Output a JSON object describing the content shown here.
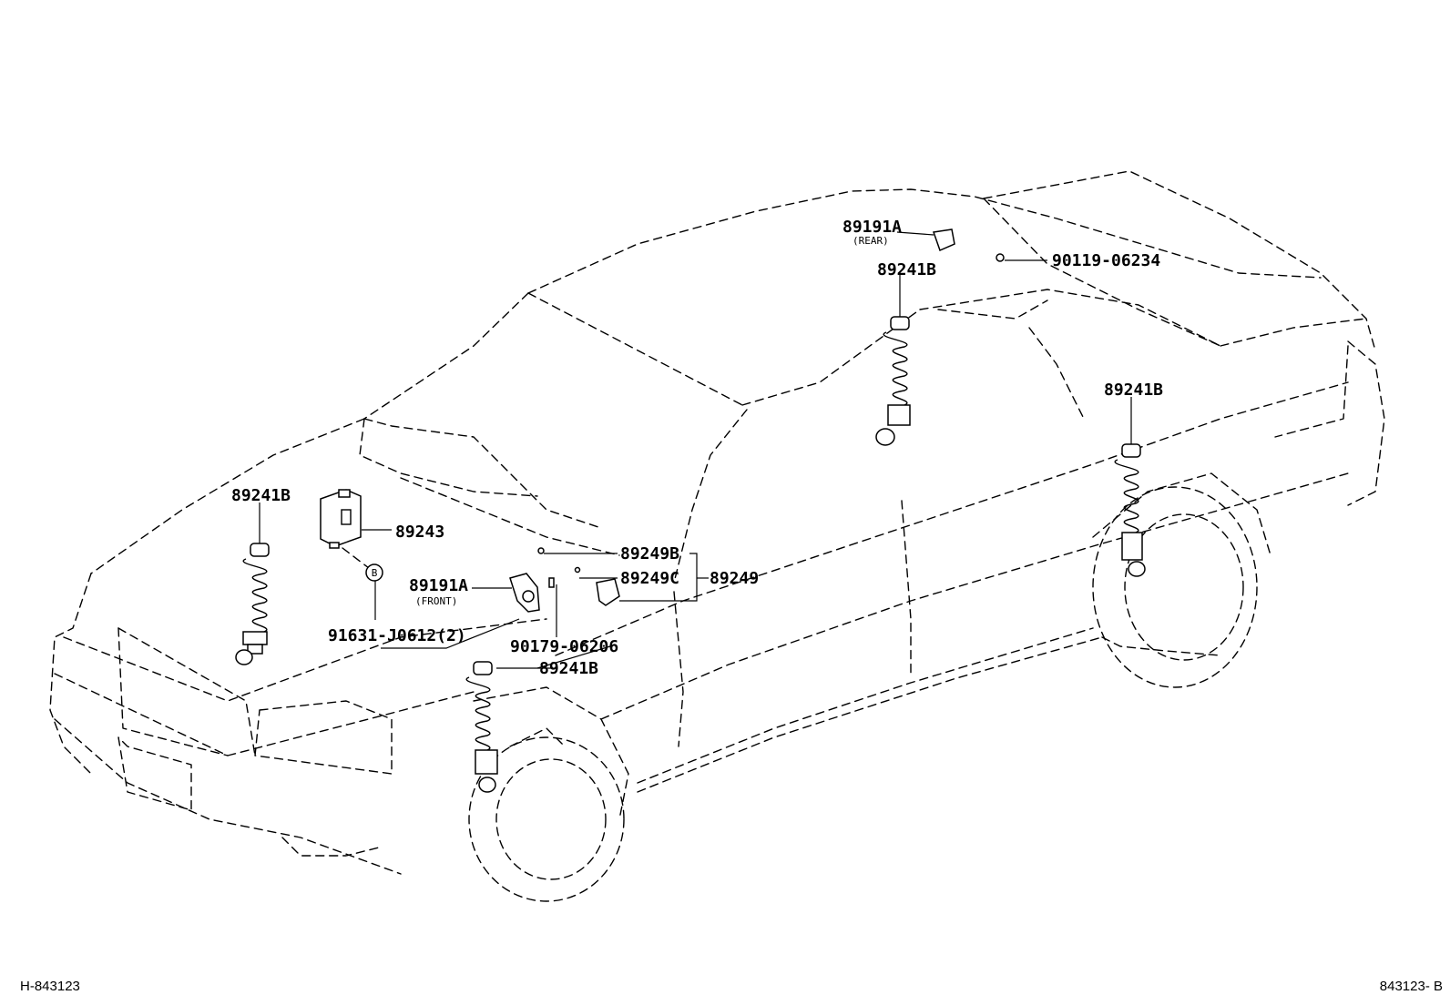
{
  "labels": {
    "strut_front_left": "89241B",
    "height_control_ecu": "89243",
    "callout_b": "B",
    "bolt_ecu": "91631-J0612(2)",
    "sensor_front": "89191A",
    "sensor_front_sub": "(FRONT)",
    "connector_b": "89249B",
    "connector_c": "89249C",
    "connector_assy": "89249",
    "screw_front": "90179-06206",
    "strut_front_right": "89241B",
    "sensor_rear": "89191A",
    "sensor_rear_sub": "(REAR)",
    "screw_rear": "90119-06234",
    "strut_rear_left": "89241B",
    "strut_rear_right": "89241B"
  },
  "footer": {
    "left_code": "H-843123",
    "right_code": "843123- B"
  }
}
